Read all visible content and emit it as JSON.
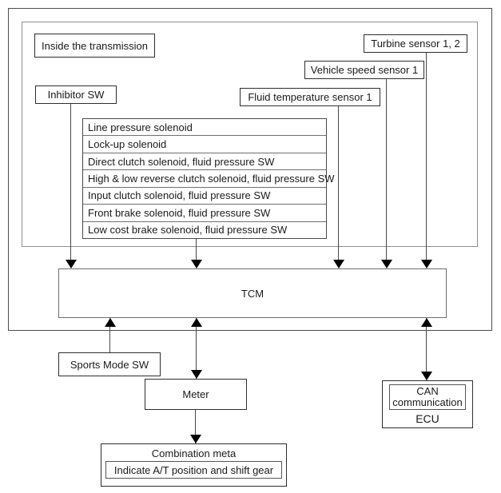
{
  "diagram": {
    "type": "block-diagram",
    "subject": "Automatic transmission control system",
    "colors": {
      "background": "#ffffff",
      "line": "#474747",
      "arrowhead": "#000000",
      "box_border": "#2e2e2e"
    },
    "nodes": {
      "inside_transmission_label": "Inside the transmission",
      "inhibitor_sw": "Inhibitor SW",
      "turbine_sensor": "Turbine sensor 1, 2",
      "vehicle_speed_sensor": "Vehicle speed sensor 1",
      "fluid_temp_sensor": "Fluid temperature sensor 1",
      "tcm": "TCM",
      "sports_mode_sw": "Sports Mode SW",
      "meter": "Meter",
      "can_line1": "CAN",
      "can_line2": "communication",
      "ecu": "ECU",
      "combination_meter": "Combination meta",
      "combination_meter_note": "Indicate A/T position and shift gear"
    },
    "solenoids": [
      "Line pressure solenoid",
      "Lock-up solenoid",
      "Direct clutch solenoid, fluid pressure SW",
      "High & low reverse clutch solenoid, fluid pressure SW",
      "Input clutch solenoid, fluid pressure SW",
      "Front brake solenoid, fluid pressure SW",
      "Low cost brake solenoid, fluid pressure SW"
    ],
    "connections": [
      {
        "from": "Inhibitor SW",
        "to": "TCM",
        "direction": "one-way"
      },
      {
        "from": "Solenoid group",
        "to": "TCM",
        "direction": "one-way"
      },
      {
        "from": "Fluid temperature sensor 1",
        "to": "TCM",
        "direction": "one-way"
      },
      {
        "from": "Vehicle speed sensor 1",
        "to": "TCM",
        "direction": "one-way"
      },
      {
        "from": "Turbine sensor 1, 2",
        "to": "TCM",
        "direction": "one-way"
      },
      {
        "from": "Sports Mode SW",
        "to": "TCM",
        "direction": "one-way"
      },
      {
        "from": "TCM",
        "to": "Meter",
        "direction": "two-way"
      },
      {
        "from": "TCM",
        "to": "ECU (CAN communication)",
        "direction": "two-way"
      },
      {
        "from": "Meter",
        "to": "Combination meta",
        "direction": "one-way"
      }
    ]
  }
}
